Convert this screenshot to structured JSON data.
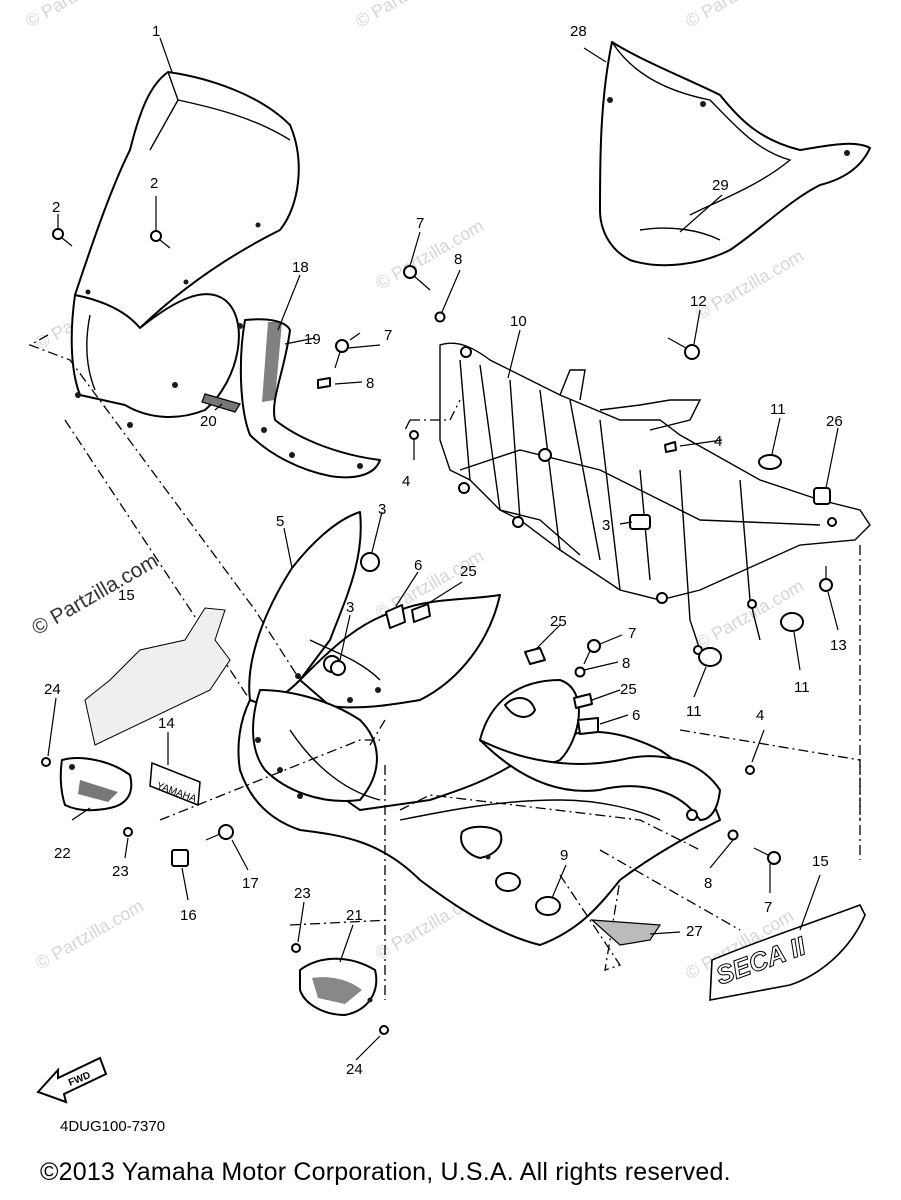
{
  "watermark": {
    "text": "© Partzilla.com",
    "side_text": "© Partzilla.com"
  },
  "diagram": {
    "callouts": [
      {
        "id": "1",
        "label": "1"
      },
      {
        "id": "2a",
        "label": "2"
      },
      {
        "id": "2b",
        "label": "2"
      },
      {
        "id": "3a",
        "label": "3"
      },
      {
        "id": "3b",
        "label": "3"
      },
      {
        "id": "3c",
        "label": "3"
      },
      {
        "id": "4a",
        "label": "4"
      },
      {
        "id": "4b",
        "label": "4"
      },
      {
        "id": "4c",
        "label": "4"
      },
      {
        "id": "5",
        "label": "5"
      },
      {
        "id": "6a",
        "label": "6"
      },
      {
        "id": "6b",
        "label": "6"
      },
      {
        "id": "7a",
        "label": "7"
      },
      {
        "id": "7b",
        "label": "7"
      },
      {
        "id": "7c",
        "label": "7"
      },
      {
        "id": "7d",
        "label": "7"
      },
      {
        "id": "8a",
        "label": "8"
      },
      {
        "id": "8b",
        "label": "8"
      },
      {
        "id": "8c",
        "label": "8"
      },
      {
        "id": "8d",
        "label": "8"
      },
      {
        "id": "9",
        "label": "9"
      },
      {
        "id": "10",
        "label": "10"
      },
      {
        "id": "11a",
        "label": "11"
      },
      {
        "id": "11b",
        "label": "11"
      },
      {
        "id": "11c",
        "label": "11"
      },
      {
        "id": "12",
        "label": "12"
      },
      {
        "id": "13",
        "label": "13"
      },
      {
        "id": "14",
        "label": "14"
      },
      {
        "id": "15a",
        "label": "15"
      },
      {
        "id": "15b",
        "label": "15"
      },
      {
        "id": "16",
        "label": "16"
      },
      {
        "id": "17",
        "label": "17"
      },
      {
        "id": "18",
        "label": "18"
      },
      {
        "id": "19",
        "label": "19"
      },
      {
        "id": "20",
        "label": "20"
      },
      {
        "id": "21",
        "label": "21"
      },
      {
        "id": "22",
        "label": "22"
      },
      {
        "id": "23a",
        "label": "23"
      },
      {
        "id": "23b",
        "label": "23"
      },
      {
        "id": "24a",
        "label": "24"
      },
      {
        "id": "24b",
        "label": "24"
      },
      {
        "id": "25a",
        "label": "25"
      },
      {
        "id": "25b",
        "label": "25"
      },
      {
        "id": "25c",
        "label": "25"
      },
      {
        "id": "26",
        "label": "26"
      },
      {
        "id": "27",
        "label": "27"
      },
      {
        "id": "28",
        "label": "28"
      },
      {
        "id": "29",
        "label": "29"
      }
    ],
    "emblem_yamaha": "YAMAHA",
    "emblem_seca": "SECA II",
    "fwd_arrow": "FWD",
    "icons": [
      "fwd-arrow-icon"
    ]
  },
  "footer": {
    "part_number": "4DUG100-7370",
    "copyright": "©2013  Yamaha Motor Corporation, U.S.A. All rights reserved."
  }
}
